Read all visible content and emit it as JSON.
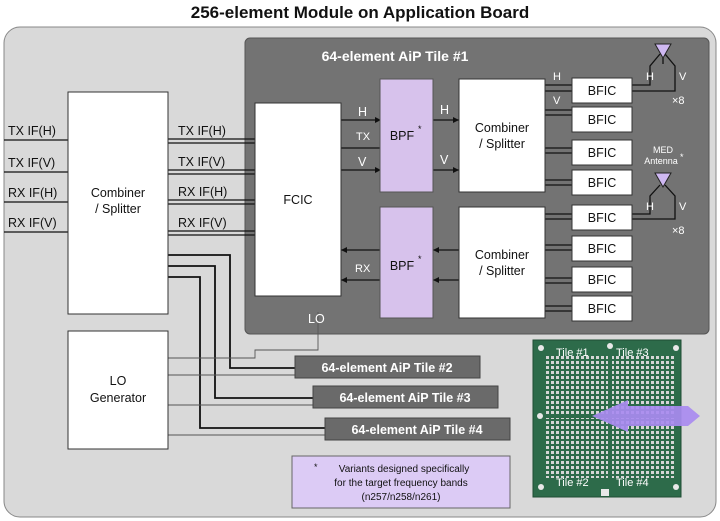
{
  "title": "256-element Module on Application Board",
  "tile1": {
    "title": "64-element AiP Tile #1",
    "bpf_label": "BPF",
    "bpf_mark": "*",
    "fcic_label": "FCIC",
    "combiner_line1": "Combiner",
    "combiner_line2": "/ Splitter",
    "bfic_label": "BFIC",
    "h_label": "H",
    "v_label": "V",
    "tx_label": "TX",
    "rx_label": "RX",
    "lo_label": "LO",
    "x8_label": "×8",
    "med_line1": "MED",
    "med_line2": "Antenna",
    "med_mark": "*"
  },
  "left_if_labels": [
    "TX IF(H)",
    "TX IF(V)",
    "RX IF(H)",
    "RX IF(V)"
  ],
  "right_if_labels": [
    "TX IF(H)",
    "TX IF(V)",
    "RX IF(H)",
    "RX IF(V)"
  ],
  "main_combiner": {
    "line1": "Combiner",
    "line2": "/ Splitter"
  },
  "lo_generator": {
    "line1": "LO",
    "line2": "Generator"
  },
  "other_tiles": [
    "64-element AiP Tile #2",
    "64-element AiP Tile #3",
    "64-element AiP Tile #4"
  ],
  "pcb": {
    "tile_labels": [
      "Tile #1",
      "Tile #3",
      "Tile #2",
      "Tile #4"
    ],
    "arrow_color": "#a98bf0"
  },
  "note": {
    "mark": "*",
    "line1": "Variants designed specifically",
    "line2": "for the target frequency bands",
    "line3": "(n257/n258/n261)"
  },
  "colors": {
    "board_bg": "#d9d9d9",
    "tile_bg": "#737373",
    "tile_bar": "#6a6a6a",
    "bpf_fill": "#d7c2ec",
    "note_fill": "#dccbf5",
    "pcb_green": "#2d6b4a"
  }
}
